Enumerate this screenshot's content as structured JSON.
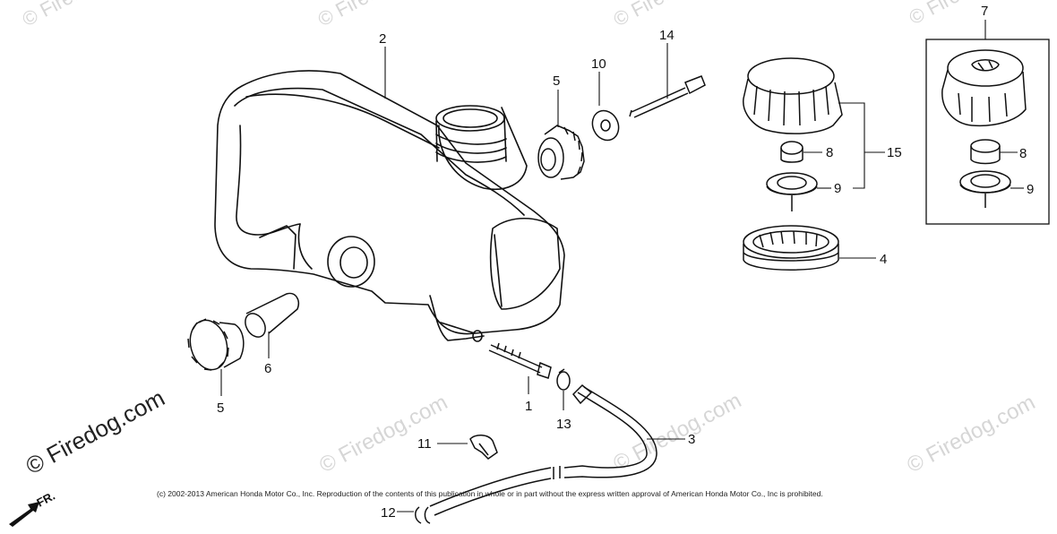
{
  "watermark": {
    "text": "© Firedog.com",
    "large_text": "© Firedog.com"
  },
  "copyright": "(c) 2002-2013 American Honda Motor Co., Inc. Reproduction of the contents of this publication in whole or in part without the express written approval of American Honda Motor Co., Inc is prohibited.",
  "direction_label": "FR.",
  "callouts": {
    "c1": "1",
    "c2": "2",
    "c3": "3",
    "c4": "4",
    "c5a": "5",
    "c5b": "5",
    "c6": "6",
    "c7": "7",
    "c8a": "8",
    "c8b": "8",
    "c9a": "9",
    "c9b": "9",
    "c10": "10",
    "c11": "11",
    "c12": "12",
    "c13": "13",
    "c14": "14",
    "c15": "15"
  }
}
